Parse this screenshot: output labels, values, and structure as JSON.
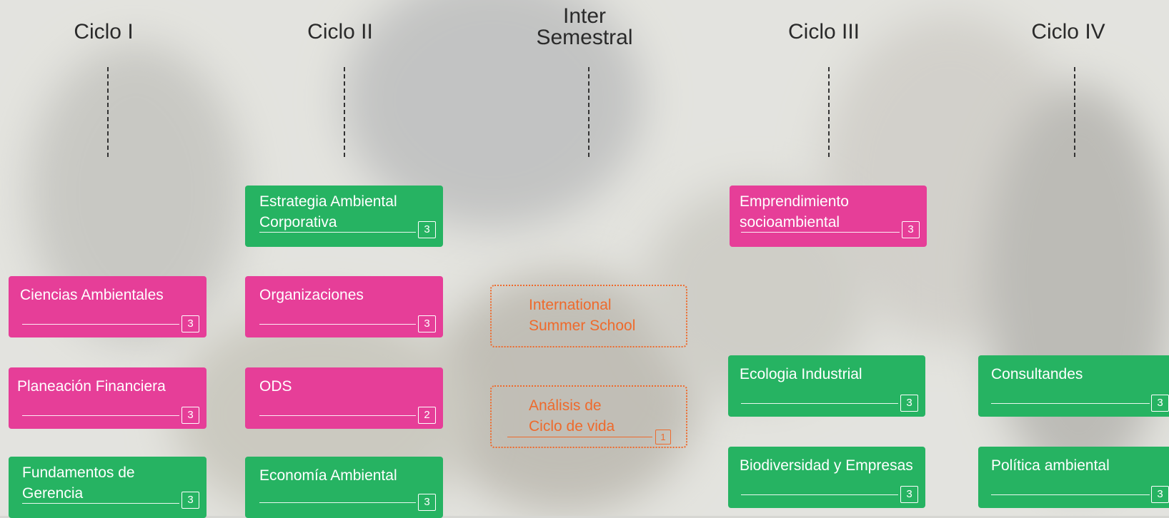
{
  "columns": [
    {
      "title": "Ciclo I"
    },
    {
      "title": "Ciclo II"
    },
    {
      "title_line1": "Inter",
      "title_line2": "Semestral"
    },
    {
      "title": "Ciclo III"
    },
    {
      "title": "Ciclo IV"
    }
  ],
  "courses": {
    "ciclo1": [
      {
        "name": "Ciencias Ambientales",
        "credits": "3"
      },
      {
        "name": "Planeación Financiera",
        "credits": "3"
      },
      {
        "name_line1": "Fundamentos de",
        "name_line2": "Gerencia",
        "credits": "3"
      }
    ],
    "ciclo2": [
      {
        "name_line1": "Estrategia Ambiental",
        "name_line2": "Corporativa",
        "credits": "3"
      },
      {
        "name": "Organizaciones",
        "credits": "3"
      },
      {
        "name": "ODS",
        "credits": "2"
      },
      {
        "name": "Economía Ambiental",
        "credits": "3"
      }
    ],
    "inter": [
      {
        "name_line1": "International",
        "name_line2": "Summer School"
      },
      {
        "name_line1": "Análisis de",
        "name_line2": "Ciclo de vida",
        "credits": "1"
      }
    ],
    "ciclo3": [
      {
        "name_line1": "Emprendimiento",
        "name_line2": "socioambiental",
        "credits": "3"
      },
      {
        "name": "Ecologia Industrial",
        "credits": "3"
      },
      {
        "name": "Biodiversidad y Empresas",
        "credits": "3"
      }
    ],
    "ciclo4": [
      {
        "name": "Consultandes",
        "credits": "3"
      },
      {
        "name": "Política ambiental",
        "credits": "3"
      }
    ]
  },
  "colors": {
    "mandatory": "#e63e98",
    "elective": "#26b362",
    "intersemestral": "#ee6a2c"
  }
}
